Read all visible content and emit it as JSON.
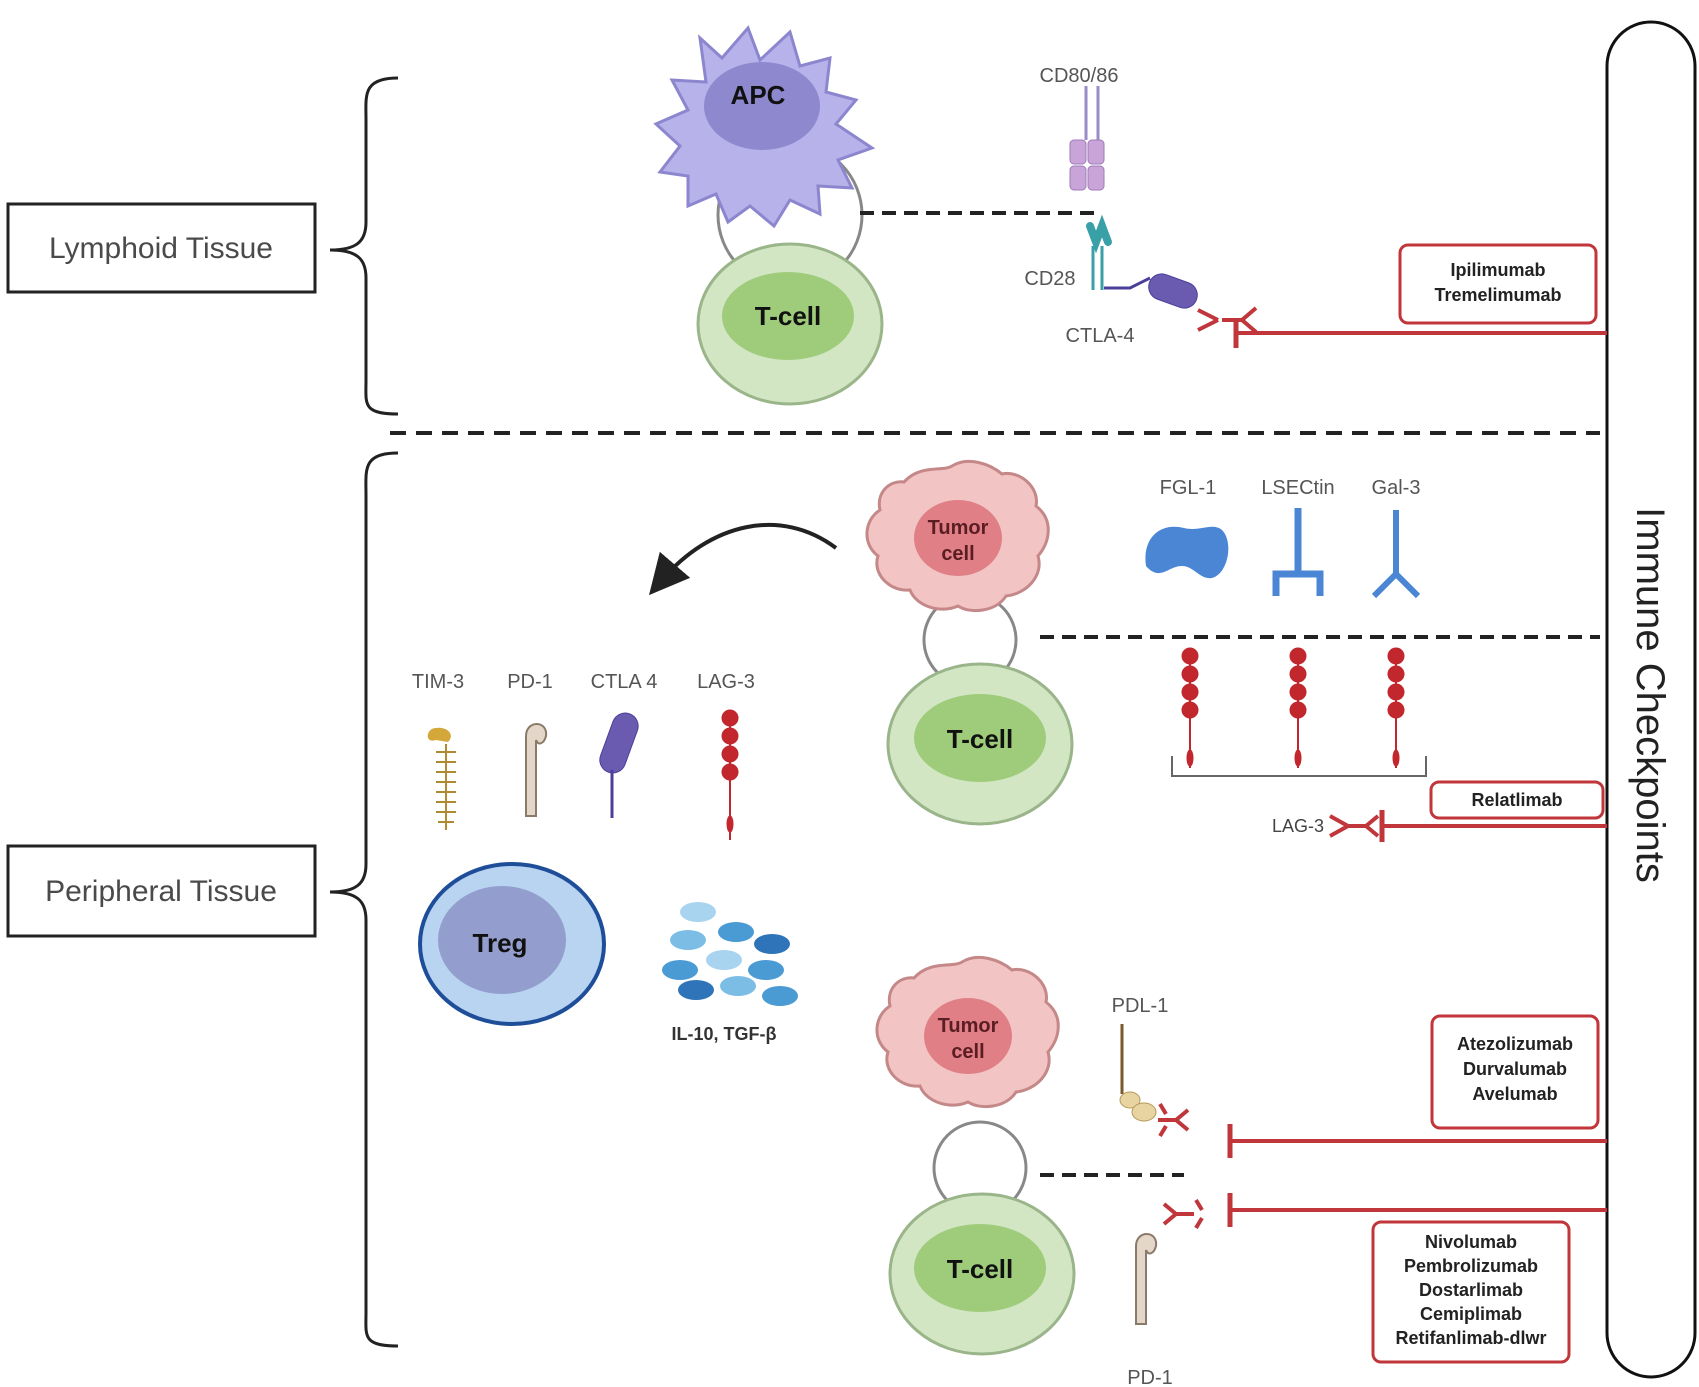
{
  "tissues": {
    "lymphoid": "Lymphoid Tissue",
    "peripheral": "Peripheral Tissue"
  },
  "side_label": "Immune Checkpoints",
  "cells": {
    "apc": "APC",
    "tcell_top": "T-cell",
    "tumor_mid_1": "Tumor",
    "tumor_mid_2": "cell",
    "tcell_mid": "T-cell",
    "treg": "Treg",
    "tumor_bot_1": "Tumor",
    "tumor_bot_2": "cell",
    "tcell_bot": "T-cell"
  },
  "receptors": {
    "cd80": "CD80/86",
    "cd28": "CD28",
    "ctla4": "CTLA-4",
    "fgl1": "FGL-1",
    "lsectin": "LSECtin",
    "gal3": "Gal-3",
    "lag3": "LAG-3",
    "treg_tim3": "TIM-3",
    "treg_pd1": "PD-1",
    "treg_ctla4": "CTLA 4",
    "treg_lag3": "LAG-3",
    "cytokines": "IL-10, TGF-β",
    "pdl1": "PDL-1",
    "pd1": "PD-1"
  },
  "drugs": {
    "ctla4": [
      "Ipilimumab",
      "Tremelimumab"
    ],
    "lag3": [
      "Relatlimab"
    ],
    "pdl1": [
      "Atezolizumab",
      "Durvalumab",
      "Avelumab"
    ],
    "pd1": [
      "Nivolumab",
      "Pembrolizumab",
      "Dostarlimab",
      "Cemiplimab",
      "Retifanlimab-dlwr"
    ]
  },
  "colors": {
    "inhibitor": "#c0363a",
    "apc": "#b7b2ea",
    "tcell": "#d3e6c4",
    "tumor": "#f2c4c4",
    "treg": "#b9d4f1",
    "lag3_receptor": "#c1272d"
  }
}
